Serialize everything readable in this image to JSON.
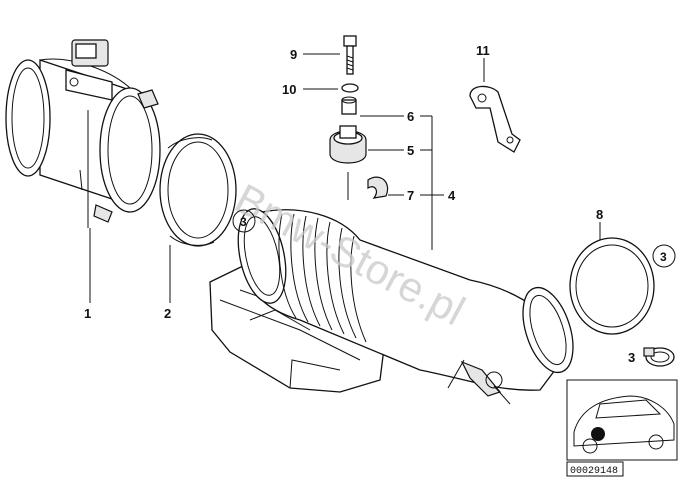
{
  "callouts": [
    {
      "id": "c1",
      "text": "1"
    },
    {
      "id": "c2",
      "text": "2"
    },
    {
      "id": "c3a",
      "text": "3"
    },
    {
      "id": "c3b",
      "text": "3"
    },
    {
      "id": "c3c",
      "text": "3"
    },
    {
      "id": "c4",
      "text": "4"
    },
    {
      "id": "c5",
      "text": "5"
    },
    {
      "id": "c6",
      "text": "6"
    },
    {
      "id": "c7",
      "text": "7"
    },
    {
      "id": "c8",
      "text": "8"
    },
    {
      "id": "c9",
      "text": "9"
    },
    {
      "id": "c10",
      "text": "10"
    },
    {
      "id": "c11",
      "text": "11"
    }
  ],
  "watermark": "Bmw-Store.pl",
  "diagram_code": "00029148",
  "colors": {
    "ink": "#111111",
    "paper": "#ffffff",
    "watermark": "#c9c9c9"
  }
}
